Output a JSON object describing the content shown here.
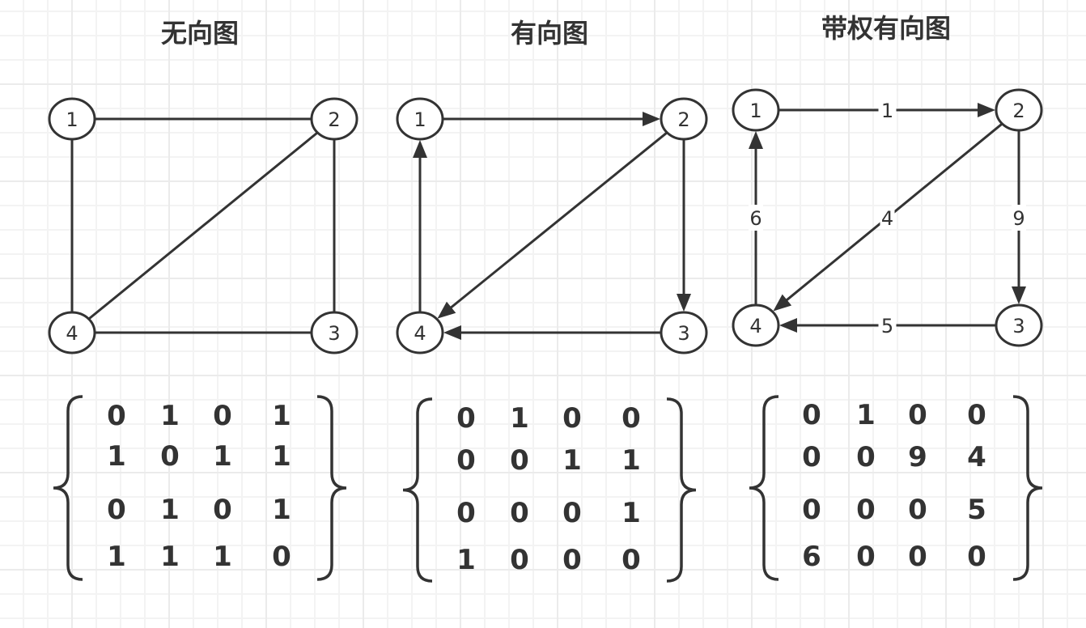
{
  "colors": {
    "ink": "#333333",
    "background": "#ffffff",
    "grid_minor": "#f3f3f3",
    "grid_major": "#ebebeb"
  },
  "panels": [
    {
      "id": "undirected",
      "title": "无向图",
      "nodes": [
        "1",
        "2",
        "3",
        "4"
      ],
      "edges": [
        {
          "from": "1",
          "to": "2",
          "directed": false
        },
        {
          "from": "1",
          "to": "4",
          "directed": false
        },
        {
          "from": "2",
          "to": "3",
          "directed": false
        },
        {
          "from": "2",
          "to": "4",
          "directed": false
        },
        {
          "from": "4",
          "to": "3",
          "directed": false
        }
      ],
      "matrix": [
        [
          "0",
          "1",
          "0",
          "1"
        ],
        [
          "1",
          "0",
          "1",
          "1"
        ],
        [
          "0",
          "1",
          "0",
          "1"
        ],
        [
          "1",
          "1",
          "1",
          "0"
        ]
      ]
    },
    {
      "id": "directed",
      "title": "有向图",
      "nodes": [
        "1",
        "2",
        "3",
        "4"
      ],
      "edges": [
        {
          "from": "1",
          "to": "2",
          "directed": true
        },
        {
          "from": "2",
          "to": "3",
          "directed": true
        },
        {
          "from": "2",
          "to": "4",
          "directed": true
        },
        {
          "from": "3",
          "to": "4",
          "directed": true
        },
        {
          "from": "4",
          "to": "1",
          "directed": true
        }
      ],
      "matrix": [
        [
          "0",
          "1",
          "0",
          "0"
        ],
        [
          "0",
          "0",
          "1",
          "1"
        ],
        [
          "0",
          "0",
          "0",
          "1"
        ],
        [
          "1",
          "0",
          "0",
          "0"
        ]
      ]
    },
    {
      "id": "weighted",
      "title": "带权有向图",
      "nodes": [
        "1",
        "2",
        "3",
        "4"
      ],
      "edges": [
        {
          "from": "1",
          "to": "2",
          "directed": true,
          "weight": "1"
        },
        {
          "from": "2",
          "to": "3",
          "directed": true,
          "weight": "9"
        },
        {
          "from": "2",
          "to": "4",
          "directed": true,
          "weight": "4"
        },
        {
          "from": "3",
          "to": "4",
          "directed": true,
          "weight": "5"
        },
        {
          "from": "4",
          "to": "1",
          "directed": true,
          "weight": "6"
        }
      ],
      "matrix": [
        [
          "0",
          "1",
          "0",
          "0"
        ],
        [
          "0",
          "0",
          "9",
          "4"
        ],
        [
          "0",
          "0",
          "0",
          "5"
        ],
        [
          "6",
          "0",
          "0",
          "0"
        ]
      ]
    }
  ]
}
